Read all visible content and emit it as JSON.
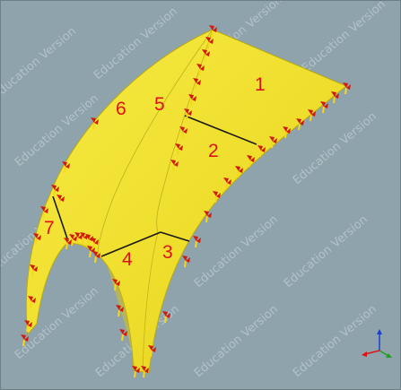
{
  "watermark": {
    "text": "Education Version"
  },
  "regions": [
    {
      "id": "region-1",
      "label": "1"
    },
    {
      "id": "region-2",
      "label": "2"
    },
    {
      "id": "region-3",
      "label": "3"
    },
    {
      "id": "region-4",
      "label": "4"
    },
    {
      "id": "region-5",
      "label": "5"
    },
    {
      "id": "region-6",
      "label": "6"
    },
    {
      "id": "region-7",
      "label": "7"
    }
  ],
  "axis_triad": {
    "icon": "xyz-axis-triad-icon",
    "x_color": "#e01212",
    "y_color": "#1fa01f",
    "z_color": "#1a3fd6"
  },
  "colors": {
    "background": "#8ea3ab",
    "shell_fill": "#f2e332",
    "shell_edge": "#b8aa10",
    "support_red": "#d21a0a",
    "support_yellow": "#f5d81a",
    "mesh_line": "#1a1a1a",
    "label_red": "#e01212"
  }
}
